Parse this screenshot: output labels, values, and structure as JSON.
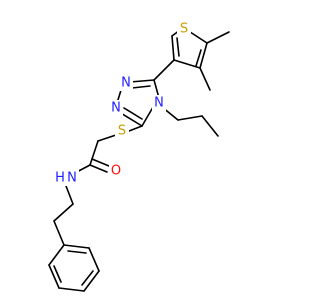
{
  "colors": {
    "background": "#ffffff",
    "bond": "#000000",
    "carbon": "#000000",
    "nitrogen": "#1f1fff",
    "oxygen": "#ff0d0d",
    "sulfur": "#c8a000"
  },
  "atoms": {
    "S_thiophene": "S",
    "N1_triazole": "N",
    "N2_triazole": "N",
    "N4_triazole": "N",
    "S_thioether": "S",
    "O_carbonyl": "O",
    "N_amide": "N",
    "H_amide": "H"
  }
}
